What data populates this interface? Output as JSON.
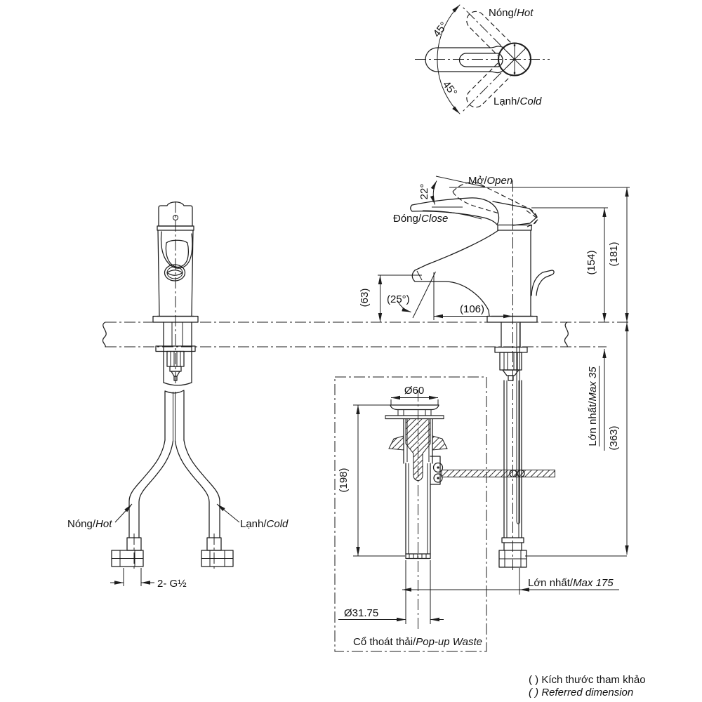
{
  "colors": {
    "line": "#1c1c1c",
    "background": "#ffffff"
  },
  "top_view": {
    "hot_vi": "Nóng/",
    "hot_en": "Hot",
    "cold_vi": "Lạnh/",
    "cold_en": "Cold",
    "angle_upper": "45°",
    "angle_lower": "45°"
  },
  "side_view": {
    "open_vi": "Mở/",
    "open_en": "Open",
    "close_vi": "Đóng/",
    "close_en": "Close",
    "handle_angle": "22°",
    "spout_angle": "(25°)",
    "spout_height": "(63)",
    "spout_reach": "(106)",
    "height_close": "(154)",
    "height_open": "(181)",
    "total_depth": "(363)",
    "deck_max_vi": "Lớn nhất/",
    "deck_max_en": "Max 35",
    "hose_max_vi": "Lớn nhất/",
    "hose_max_en": "Max 175"
  },
  "front_view": {
    "hot_vi": "Nóng/",
    "hot_en": "Hot",
    "cold_vi": "Lạnh/",
    "cold_en": "Cold",
    "thread": "2- G½"
  },
  "popup_detail": {
    "flange_dia": "Ø60",
    "body_height": "(198)",
    "pipe_dia": "Ø31.75",
    "caption_vi": "Cổ thoát thải/",
    "caption_en": "Pop-up Waste"
  },
  "footnote": {
    "line1": "( ) Kích thước tham khảo",
    "line2": "( ) Referred dimension"
  }
}
